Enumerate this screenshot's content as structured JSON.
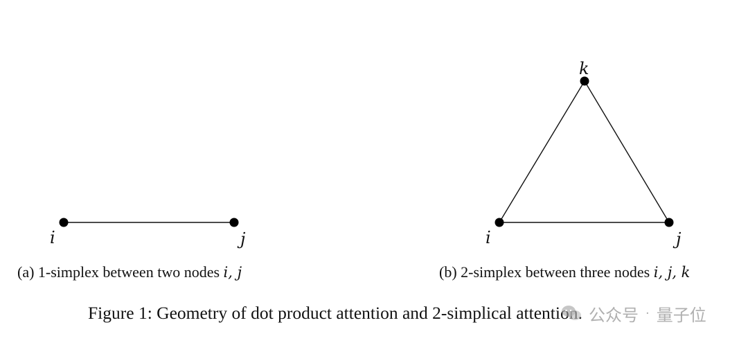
{
  "diagram_a": {
    "nodes": {
      "i": "i",
      "j": "j"
    },
    "caption_prefix": "(a) 1-simplex between two nodes ",
    "caption_math": "i, j"
  },
  "diagram_b": {
    "nodes": {
      "i": "i",
      "j": "j",
      "k": "k"
    },
    "caption_prefix": "(b) 2-simplex between three nodes ",
    "caption_math": "i, j, k"
  },
  "figure_caption": "Figure 1: Geometry of dot product attention and 2-simplical attention.",
  "watermark": {
    "left_text": "公众号",
    "separator": "·",
    "right_text": "量子位",
    "icon": "wechat-icon"
  }
}
